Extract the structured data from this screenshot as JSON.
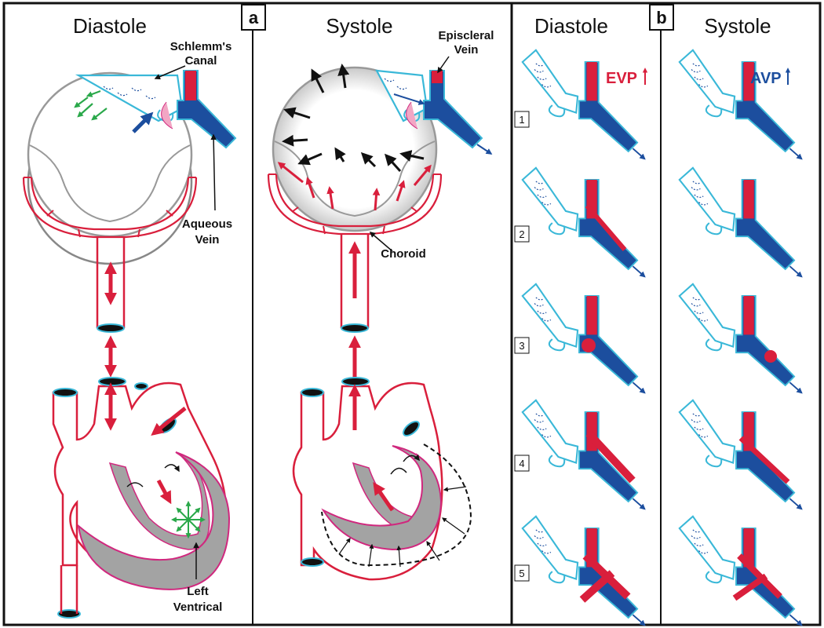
{
  "panel_a": {
    "tag": "a",
    "diastole_title": "Diastole",
    "systole_title": "Systole",
    "labels": {
      "schlemms_line1": "Schlemm's",
      "schlemms_line2": "Canal",
      "aqueous_line1": "Aqueous",
      "aqueous_line2": "Vein",
      "episcleral_line1": "Episcleral",
      "episcleral_line2": "Vein",
      "choroid": "Choroid",
      "left_ventrical_line1": "Left",
      "left_ventrical_line2": "Ventrical"
    }
  },
  "panel_b": {
    "tag": "b",
    "diastole_title": "Diastole",
    "systole_title": "Systole",
    "evp_label": "EVP",
    "avp_label": "AVP",
    "rows": [
      "1",
      "2",
      "3",
      "4",
      "5"
    ]
  },
  "colors": {
    "red": "#d91f3c",
    "blue": "#1c4e9e",
    "cyan": "#3ab8d8",
    "gray": "#a3a3a3",
    "green": "#2aa84a",
    "magenta": "#d0287e",
    "pink": "#f2a6c4"
  }
}
